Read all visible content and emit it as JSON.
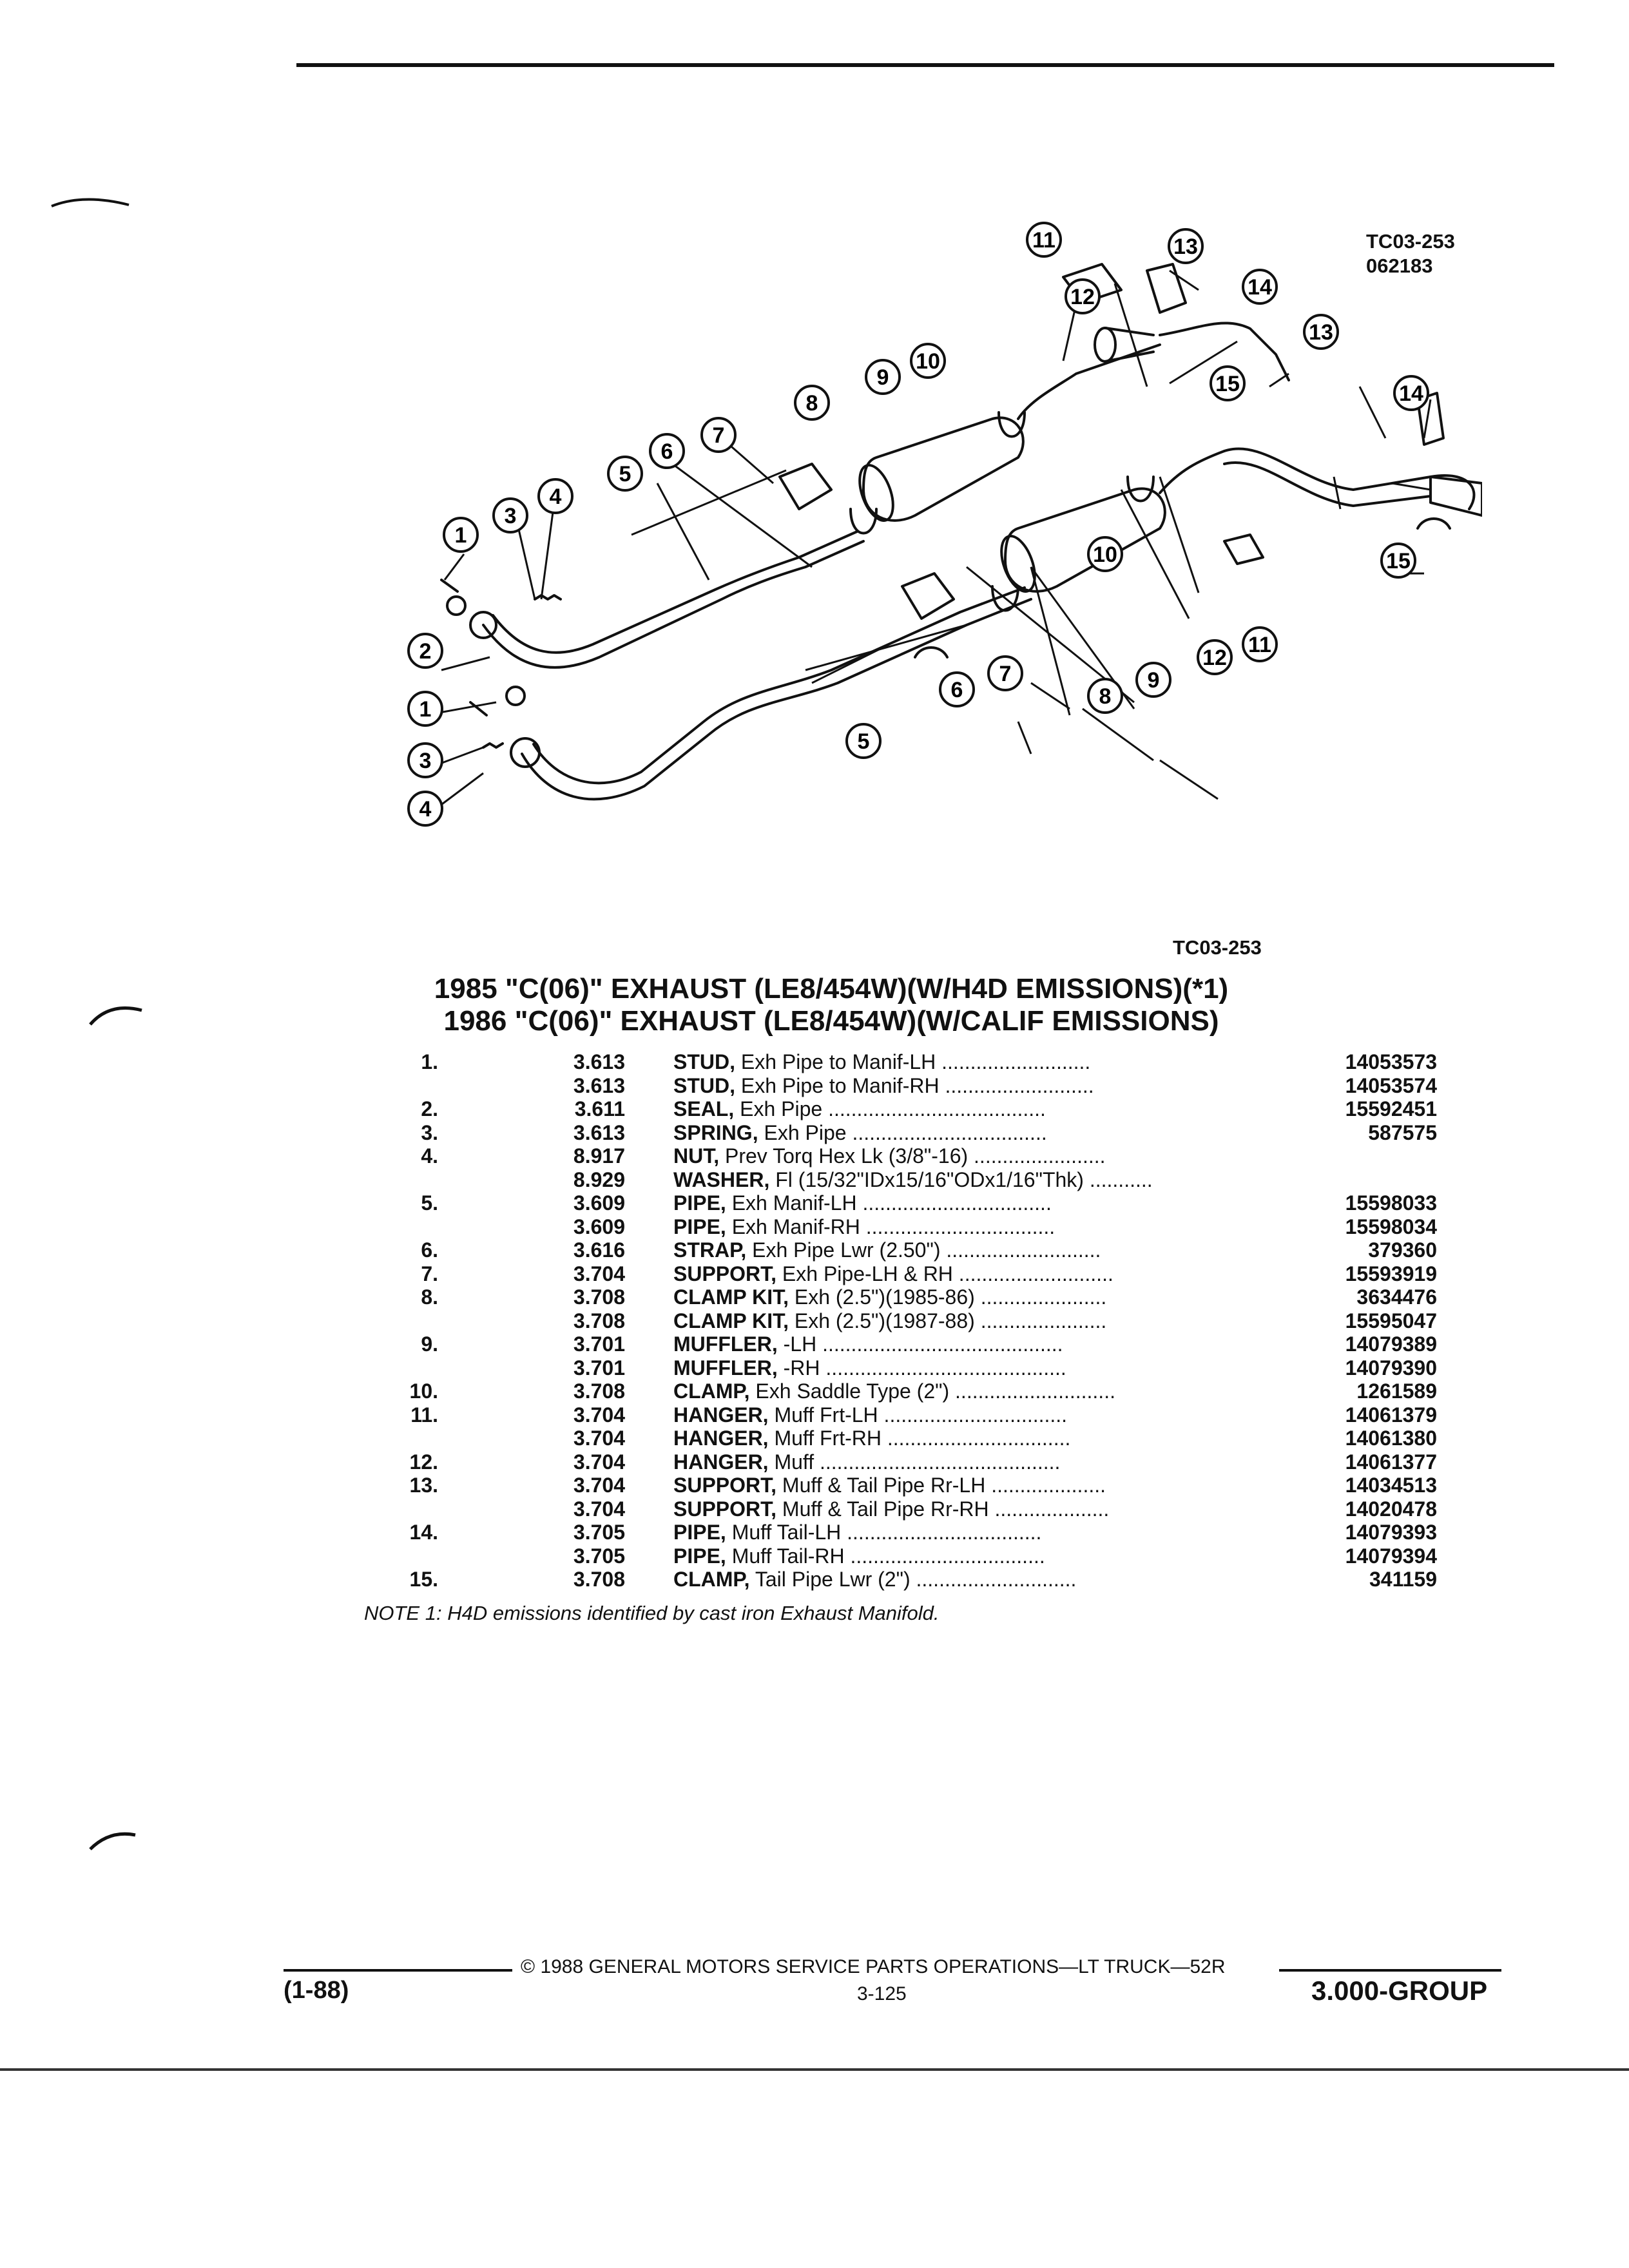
{
  "figure": {
    "ref_top": "TC03-253",
    "ref_date": "062183",
    "ref_bottom": "TC03-253",
    "callouts": [
      "1",
      "2",
      "3",
      "4",
      "5",
      "6",
      "7",
      "8",
      "9",
      "10",
      "11",
      "12",
      "13",
      "14",
      "15"
    ]
  },
  "titles": {
    "line1": "1985 \"C(06)\" EXHAUST (LE8/454W)(W/H4D EMISSIONS)(*1)",
    "line2": "1986 \"C(06)\" EXHAUST (LE8/454W)(W/CALIF EMISSIONS)"
  },
  "parts": [
    {
      "num": "1.",
      "group": "3.613",
      "name": "STUD,",
      "desc": " Exh Pipe to Manif-LH",
      "dots": " ..........................",
      "pn": "14053573"
    },
    {
      "num": "",
      "group": "3.613",
      "name": "STUD,",
      "desc": " Exh Pipe to Manif-RH",
      "dots": " ..........................",
      "pn": "14053574"
    },
    {
      "num": "2.",
      "group": "3.611",
      "name": "SEAL,",
      "desc": " Exh Pipe",
      "dots": " ......................................",
      "pn": "15592451"
    },
    {
      "num": "3.",
      "group": "3.613",
      "name": "SPRING,",
      "desc": " Exh Pipe",
      "dots": " ..................................",
      "pn": "587575"
    },
    {
      "num": "4.",
      "group": "8.917",
      "name": "NUT,",
      "desc": " Prev Torq Hex Lk (3/8\"-16)",
      "dots": " .......................",
      "pn": ""
    },
    {
      "num": "",
      "group": "8.929",
      "name": "WASHER,",
      "desc": " Fl (15/32\"IDx15/16\"ODx1/16\"Thk)",
      "dots": " ...........",
      "pn": ""
    },
    {
      "num": "5.",
      "group": "3.609",
      "name": "PIPE,",
      "desc": " Exh Manif-LH",
      "dots": " .................................",
      "pn": "15598033"
    },
    {
      "num": "",
      "group": "3.609",
      "name": "PIPE,",
      "desc": " Exh Manif-RH",
      "dots": " .................................",
      "pn": "15598034"
    },
    {
      "num": "6.",
      "group": "3.616",
      "name": "STRAP,",
      "desc": " Exh Pipe Lwr (2.50\")",
      "dots": " ...........................",
      "pn": "379360"
    },
    {
      "num": "7.",
      "group": "3.704",
      "name": "SUPPORT,",
      "desc": " Exh Pipe-LH & RH",
      "dots": " ...........................",
      "pn": "15593919"
    },
    {
      "num": "8.",
      "group": "3.708",
      "name": "CLAMP KIT,",
      "desc": " Exh (2.5\")(1985-86)",
      "dots": " ......................",
      "pn": "3634476"
    },
    {
      "num": "",
      "group": "3.708",
      "name": "CLAMP KIT,",
      "desc": " Exh (2.5\")(1987-88)",
      "dots": " ......................",
      "pn": "15595047"
    },
    {
      "num": "9.",
      "group": "3.701",
      "name": "MUFFLER,",
      "desc": " -LH",
      "dots": " ..........................................",
      "pn": "14079389"
    },
    {
      "num": "",
      "group": "3.701",
      "name": "MUFFLER,",
      "desc": " -RH",
      "dots": " ..........................................",
      "pn": "14079390"
    },
    {
      "num": "10.",
      "group": "3.708",
      "name": "CLAMP,",
      "desc": " Exh Saddle Type (2\")",
      "dots": " ............................",
      "pn": "1261589"
    },
    {
      "num": "11.",
      "group": "3.704",
      "name": "HANGER,",
      "desc": " Muff Frt-LH",
      "dots": " ................................",
      "pn": "14061379"
    },
    {
      "num": "",
      "group": "3.704",
      "name": "HANGER,",
      "desc": " Muff Frt-RH",
      "dots": " ................................",
      "pn": "14061380"
    },
    {
      "num": "12.",
      "group": "3.704",
      "name": "HANGER,",
      "desc": " Muff",
      "dots": " ..........................................",
      "pn": "14061377"
    },
    {
      "num": "13.",
      "group": "3.704",
      "name": "SUPPORT,",
      "desc": " Muff & Tail Pipe Rr-LH",
      "dots": " ....................",
      "pn": "14034513"
    },
    {
      "num": "",
      "group": "3.704",
      "name": "SUPPORT,",
      "desc": " Muff & Tail Pipe Rr-RH",
      "dots": " ....................",
      "pn": "14020478"
    },
    {
      "num": "14.",
      "group": "3.705",
      "name": "PIPE,",
      "desc": " Muff Tail-LH",
      "dots": " ..................................",
      "pn": "14079393"
    },
    {
      "num": "",
      "group": "3.705",
      "name": "PIPE,",
      "desc": " Muff Tail-RH",
      "dots": " ..................................",
      "pn": "14079394"
    },
    {
      "num": "15.",
      "group": "3.708",
      "name": "CLAMP,",
      "desc": " Tail Pipe Lwr (2\")",
      "dots": " ............................",
      "pn": "341159"
    }
  ],
  "note": "NOTE 1: H4D emissions identified by cast iron Exhaust Manifold.",
  "footer": {
    "date_code": "(1-88)",
    "copyright": "© 1988 GENERAL MOTORS SERVICE PARTS OPERATIONS—LT TRUCK—52R",
    "page": "3-125",
    "group": "3.000-GROUP"
  }
}
